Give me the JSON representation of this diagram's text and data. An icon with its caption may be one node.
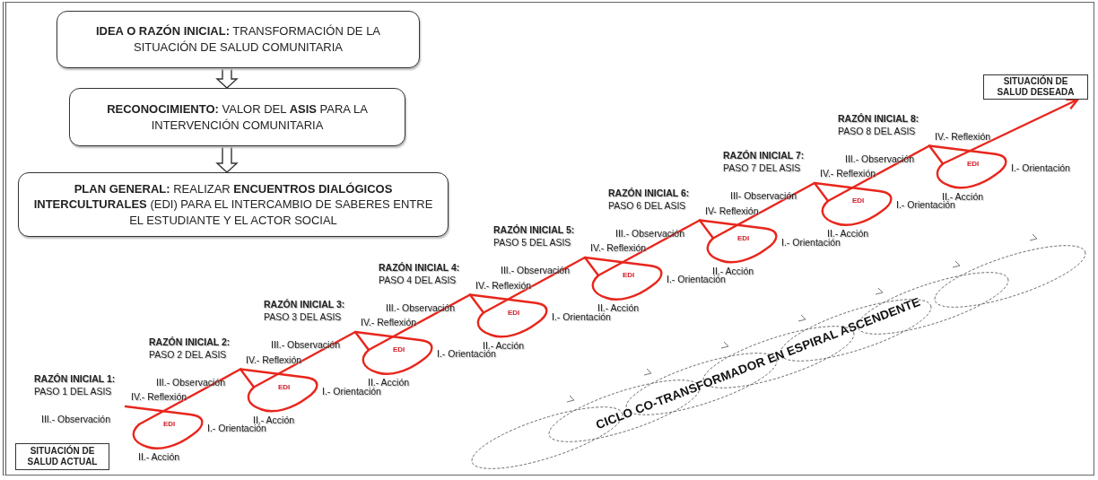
{
  "diagram": {
    "nodes": [
      {
        "text": [
          "**IDEA O RAZÓN INICIAL:** TRANSFORMACIÓN DE LA SITUACIÓN DE SALUD COMUNITARIA"
        ]
      },
      {
        "text": [
          "**RECONOCIMIENTO:** VALOR DEL **ASIS** PARA LA INTERVENCIÓN COMUNITARIA"
        ]
      },
      {
        "text": [
          "**PLAN GENERAL:** REALIZAR **ENCUENTROS DIALÓGICOS INTERCULTURALES** (EDI) PARA EL INTERCAMBIO DE SABERES ENTRE EL ESTUDIANTE Y EL ACTOR SOCIAL"
        ]
      },
      {
        "text": [
          "SITUACIÓN DE SALUD ACTUAL"
        ]
      },
      {
        "text": [
          "SITUACIÓN DE SALUD DESEADA"
        ]
      }
    ],
    "edges": [
      {
        "from": 0,
        "to": 1,
        "arrow": "to"
      },
      {
        "from": 1,
        "to": 2,
        "arrow": "to"
      },
      {
        "from": null,
        "to": 4,
        "arrow": "to",
        "color": "#e8261c"
      }
    ],
    "labels": [
      "RAZÓN INICIAL 1:",
      "PASO 1 DEL ASIS",
      "IV.- Reflexión",
      "III.- Observación",
      "EDI",
      "I.- Orientación",
      "II.- Acción",
      "RAZÓN INICIAL 2:",
      "PASO 2 DEL ASIS",
      "IV.- Reflexión",
      "III.- Observación",
      "EDI",
      "I.- Orientación",
      "II.- Acción",
      "RAZÓN INICIAL 3:",
      "PASO 3 DEL ASIS",
      "IV.- Reflexión",
      "III.- Observación",
      "EDI",
      "I.- Orientación",
      "II.- Acción",
      "RAZÓN INICIAL 4:",
      "PASO 4 DEL ASIS",
      "IV.- Reflexión",
      "III.- Observación",
      "EDI",
      "I.- Orientación",
      "II.- Acción",
      "RAZÓN INICIAL 5:",
      "PASO 5 DEL ASIS",
      "IV.- Reflexión",
      "III.- Observación",
      "EDI",
      "I.- Orientación",
      "II.- Acción",
      "RAZÓN INICIAL 6:",
      "PASO 6 DEL ASIS",
      "IV- Reflexión",
      "III.- Observación",
      "EDI",
      "I.- Orientación",
      "II.- Acción",
      "RAZÓN INICIAL 7:",
      "PASO 7 DEL ASIS",
      "IV.- Reflexión",
      "III- Observación",
      "EDI",
      "I.- Orientación",
      "II.- Acción",
      "RAZÓN INICIAL 8:",
      "PASO 8 DEL ASIS",
      "IV.- Reflexión",
      "III.- Observación",
      "EDI",
      "I.- Orientación",
      "II.- Acción",
      "CICLO CO-TRANSFORMADOR EN ESPIRAL ASCENDENTE"
    ]
  }
}
